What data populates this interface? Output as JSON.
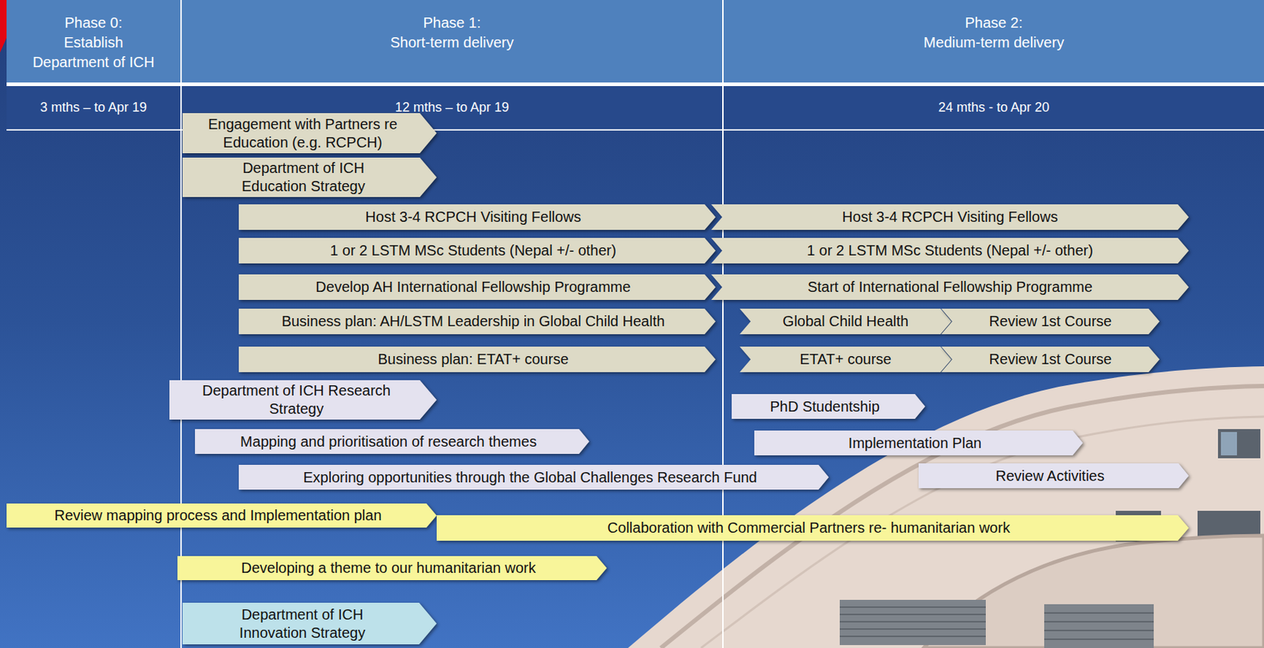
{
  "diagram": {
    "nodes": [
      {
        "text": [
          "Phase 0:",
          "Establish Department of ICH"
        ]
      },
      {
        "text": [
          "Phase 1:",
          "Short-term delivery"
        ]
      },
      {
        "text": [
          "Phase 2:",
          "Medium-term delivery"
        ]
      },
      {
        "text": [
          "Engagement with Partners re Education (e.g. RCPCH)"
        ]
      },
      {
        "text": [
          "Department of ICH Education Strategy"
        ]
      },
      {
        "text": [
          "Host 3-4 RCPCH Visiting Fellows"
        ]
      },
      {
        "text": [
          "Host 3-4 RCPCH Visiting Fellows"
        ]
      },
      {
        "text": [
          "1 or 2 LSTM MSc Students (Nepal +/- other)"
        ]
      },
      {
        "text": [
          "1 or 2 LSTM MSc Students (Nepal +/- other)"
        ]
      },
      {
        "text": [
          "Develop AH International Fellowship Programme"
        ]
      },
      {
        "text": [
          "Start of International Fellowship Programme"
        ]
      },
      {
        "text": [
          "Business plan: AH/LSTM Leadership in Global Child Health"
        ]
      },
      {
        "text": [
          "Global Child Health"
        ]
      },
      {
        "text": [
          "Review 1st Course"
        ]
      },
      {
        "text": [
          "Business plan: ETAT+ course"
        ]
      },
      {
        "text": [
          "ETAT+ course"
        ]
      },
      {
        "text": [
          "Review 1st Course"
        ]
      },
      {
        "text": [
          "Department of ICH Research Strategy"
        ]
      },
      {
        "text": [
          "PhD Studentship"
        ]
      },
      {
        "text": [
          "Mapping and prioritisation of research themes"
        ]
      },
      {
        "text": [
          "Implementation Plan"
        ]
      },
      {
        "text": [
          "Exploring opportunities through the Global Challenges Research Fund"
        ]
      },
      {
        "text": [
          "Review Activities"
        ]
      },
      {
        "text": [
          "Review mapping process and Implementation plan"
        ]
      },
      {
        "text": [
          "Collaboration with Commercial Partners re- humanitarian work"
        ]
      },
      {
        "text": [
          "Developing a theme to our humanitarian work"
        ]
      },
      {
        "text": [
          "Department of ICH Innovation Strategy"
        ]
      }
    ],
    "labels": [
      "3 mths – to Apr 19",
      "12 mths – to Apr 19",
      "24 mths - to Apr 20"
    ]
  }
}
